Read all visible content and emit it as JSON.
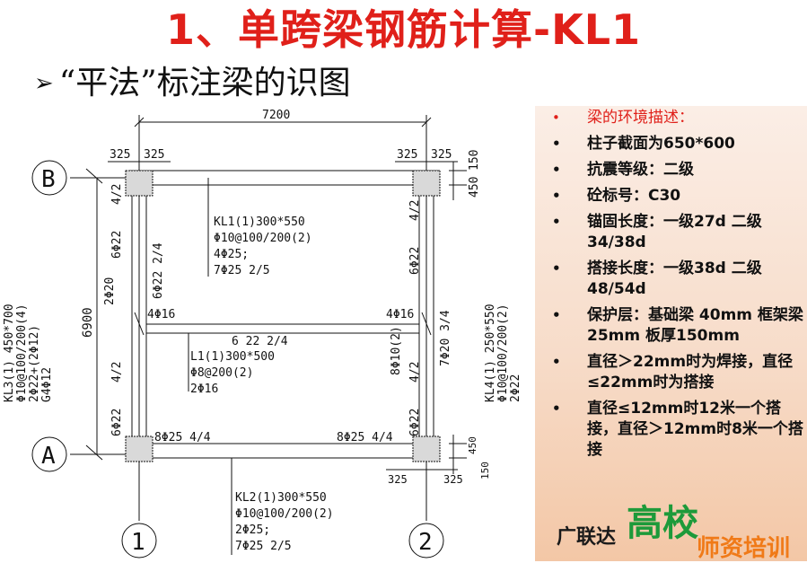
{
  "title": "1、单跨梁钢筋计算-KL1",
  "subtitle": "“平法”标注梁的识图",
  "drawing": {
    "span": "7200",
    "depth": "6900",
    "col_dims_top_left": "325",
    "col_dims_top_left_2": "325",
    "col_dims_top_right": "325",
    "col_dims_top_right_2": "325",
    "dim_top_450": "450",
    "dim_top_150": "150",
    "dim_bot_450": "450",
    "dim_bot_150": "150",
    "dim_bot_325a": "325",
    "dim_bot_325b": "325",
    "axis_B": "B",
    "axis_A": "A",
    "axis_1": "1",
    "axis_2": "2",
    "kl1": {
      "l1": "KL1(1)300*550",
      "l2": "Φ10@100/200(2)",
      "l3": "4Φ25;",
      "l4": "7Φ25 2/5"
    },
    "l1": {
      "l1": "L1(1)300*500",
      "l2": "Φ8@200(2)",
      "l3": "2Φ16"
    },
    "kl2": {
      "l1": "KL2(1)300*550",
      "l2": "Φ10@100/200(2)",
      "l3": "2Φ25;",
      "l4": "7Φ25 2/5"
    },
    "kl3": {
      "l1": "KL3(1) 450*700",
      "l2": "Φ10@100/200(4)",
      "l3": "2Φ22+(2Φ12)",
      "l4": "G4Φ12"
    },
    "kl4": {
      "l1": "KL4(1) 250*550",
      "l2": "Φ10@100/200(2)",
      "l3": "2Φ22"
    },
    "left_top": "4/2",
    "left_6622_top": "6Φ22",
    "left_6622_2": "6Φ22 2/4",
    "left_2020": "2Φ20",
    "left_4016": "4Φ16",
    "left_mid_42": "4/2",
    "left_6622_bot": "6Φ22",
    "right_top": "4/2",
    "right_6622_top": "6Φ22",
    "right_7020": "7Φ20 3/4",
    "right_4016": "4Φ16",
    "right_8010": "8Φ10(2)",
    "right_mid_42": "4/2",
    "right_6622_bot": "6Φ22",
    "mid_beam": "6 22 2/4",
    "bottom_left_825": "8Φ25 4/4",
    "bottom_right_825": "8Φ25 4/4"
  },
  "description": [
    "梁的环境描述：",
    "柱子截面为650*600",
    "抗震等级：二级",
    "砼标号：C30",
    "锚固长度：一级27d 二级34/38d",
    "搭接长度：一级38d 二级48/54d",
    "保护层：基础梁 40mm 框架梁 25mm  板厚150mm",
    "直径＞22mm时为焊接，直径≤22mm时为搭接",
    "直径≤12mm时12米一个搭接，直径＞12mm时8米一个搭接"
  ],
  "logo": {
    "part1": "广联达",
    "part2": "高校",
    "part3": "师资培训"
  },
  "colors": {
    "title": "#e0201a",
    "logo_green": "#1d9a3a",
    "logo_orange": "#f07a18"
  }
}
